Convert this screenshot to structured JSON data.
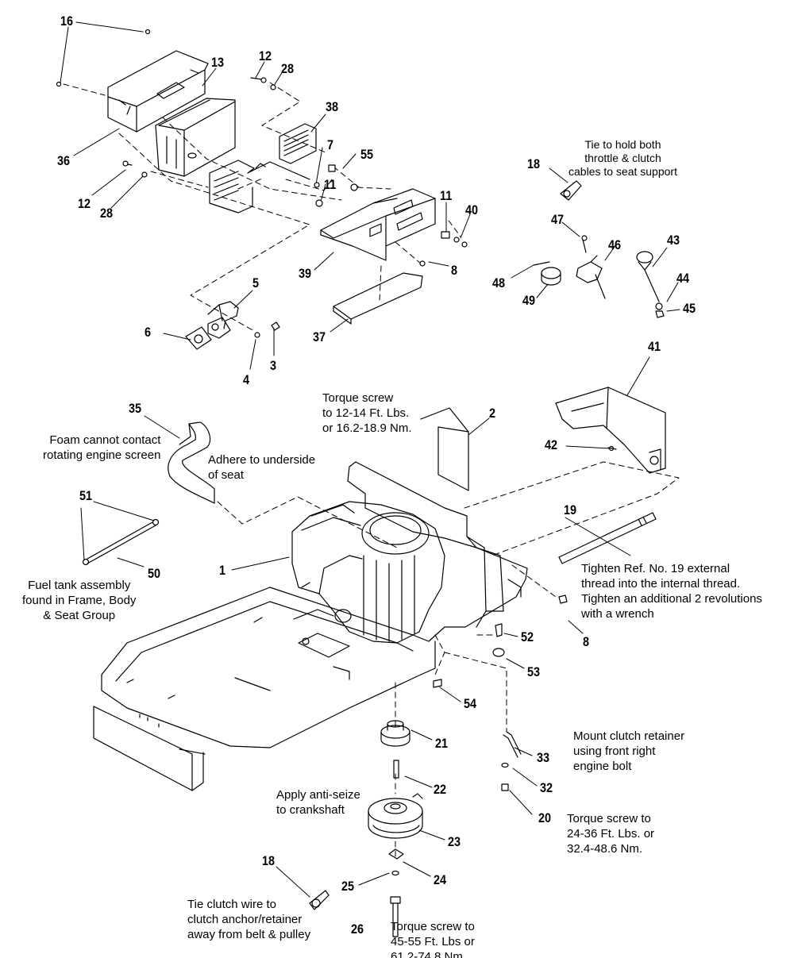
{
  "callouts": {
    "c16": "16",
    "c13": "13",
    "c12a": "12",
    "c28a": "28",
    "c38": "38",
    "c36": "36",
    "c7": "7",
    "c55": "55",
    "c12b": "12",
    "c28b": "28",
    "c11a": "11",
    "c11b": "11",
    "c40": "40",
    "c39": "39",
    "c8a": "8",
    "c5": "5",
    "c6": "6",
    "c4": "4",
    "c3": "3",
    "c37": "37",
    "c18a": "18",
    "c47": "47",
    "c46": "46",
    "c43": "43",
    "c48": "48",
    "c49": "49",
    "c44": "44",
    "c45": "45",
    "c41": "41",
    "c35": "35",
    "c2": "2",
    "c42": "42",
    "c19": "19",
    "c51": "51",
    "c50": "50",
    "c1": "1",
    "c8b": "8",
    "c52": "52",
    "c53": "53",
    "c54": "54",
    "c21": "21",
    "c22": "22",
    "c33": "33",
    "c32": "32",
    "c20": "20",
    "c23": "23",
    "c24": "24",
    "c18b": "18",
    "c25": "25",
    "c26": "26"
  },
  "notes": {
    "tie_cables": [
      "Tie to hold both",
      "throttle & clutch",
      "cables to seat support"
    ],
    "torque_2": [
      "Torque screw",
      "to 12-14 Ft. Lbs.",
      "or 16.2-18.9 Nm."
    ],
    "foam": [
      "Foam cannot contact",
      "rotating engine screen"
    ],
    "adhere": [
      "Adhere to underside",
      "of seat"
    ],
    "fuel_tank": [
      "Fuel tank assembly",
      "found in Frame, Body",
      "& Seat Group"
    ],
    "tighten_19": [
      "Tighten Ref. No. 19 external",
      "thread into the internal thread.",
      "Tighten an additional 2 revolutions",
      "with a wrench"
    ],
    "mount_clutch": [
      "Mount clutch retainer",
      "using front right",
      "engine bolt"
    ],
    "anti_seize": [
      "Apply anti-seize",
      "to crankshaft"
    ],
    "torque_20": [
      "Torque screw to",
      "24-36 Ft. Lbs. or",
      "32.4-48.6 Nm."
    ],
    "tie_wire": [
      "Tie clutch wire to",
      "clutch anchor/retainer",
      "away from belt & pulley"
    ],
    "torque_26": [
      "Torque screw to",
      "45-55 Ft. Lbs or",
      "61.2-74.8 Nm."
    ]
  }
}
